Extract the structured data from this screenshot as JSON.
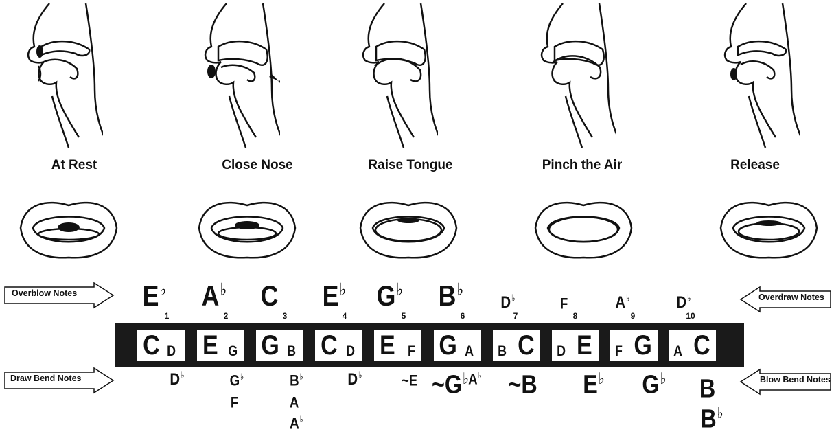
{
  "stages": [
    {
      "label": "At Rest"
    },
    {
      "label": "Close Nose"
    },
    {
      "label": "Raise Tongue"
    },
    {
      "label": "Pinch the Air"
    },
    {
      "label": "Release"
    }
  ],
  "side_labels": {
    "overblow": "Overblow Notes",
    "overdraw": "Overdraw Notes",
    "draw_bend": "Draw Bend Notes",
    "blow_bend": "Blow Bend Notes"
  },
  "holes": [
    {
      "number": "1",
      "blow": "C",
      "draw": "D"
    },
    {
      "number": "2",
      "blow": "E",
      "draw": "G"
    },
    {
      "number": "3",
      "blow": "G",
      "draw": "B"
    },
    {
      "number": "4",
      "blow": "C",
      "draw": "D"
    },
    {
      "number": "5",
      "blow": "E",
      "draw": "F"
    },
    {
      "number": "6",
      "blow": "G",
      "draw": "A"
    },
    {
      "number": "7",
      "blow": "C",
      "draw": "B"
    },
    {
      "number": "8",
      "blow": "E",
      "draw": "D"
    },
    {
      "number": "9",
      "blow": "G",
      "draw": "F"
    },
    {
      "number": "10",
      "blow": "C",
      "draw": "A"
    }
  ],
  "overblow_notes": [
    {
      "note": "E",
      "flat": "♭"
    },
    {
      "note": "A",
      "flat": "♭"
    },
    {
      "note": "C",
      "flat": ""
    },
    {
      "note": "E",
      "flat": "♭"
    },
    {
      "note": "G",
      "flat": "♭"
    },
    {
      "note": "B",
      "flat": "♭"
    }
  ],
  "overdraw_notes": [
    {
      "note": "D",
      "flat": "♭"
    },
    {
      "note": "F",
      "flat": ""
    },
    {
      "note": "A",
      "flat": "♭"
    },
    {
      "note": "D",
      "flat": "♭"
    }
  ],
  "draw_bends": {
    "h1": [
      {
        "note": "D",
        "flat": "♭"
      }
    ],
    "h2": [
      {
        "note": "G",
        "flat": "♭"
      },
      {
        "note": "F",
        "flat": ""
      }
    ],
    "h3": [
      {
        "note": "B",
        "flat": "♭"
      },
      {
        "note": "A",
        "flat": ""
      },
      {
        "note": "A",
        "flat": "♭"
      }
    ],
    "h4": [
      {
        "note": "D",
        "flat": "♭"
      }
    ],
    "h5": [
      {
        "note": "~E",
        "flat": ""
      }
    ],
    "h6": [
      {
        "note": "~G",
        "flat": "♭"
      },
      {
        "note": "A",
        "flat": "♭"
      }
    ]
  },
  "blow_bends": {
    "h7": [
      {
        "note": "~B",
        "flat": ""
      }
    ],
    "h8": [
      {
        "note": "E",
        "flat": "♭"
      }
    ],
    "h9": [
      {
        "note": "G",
        "flat": "♭"
      }
    ],
    "h10": [
      {
        "note": "B",
        "flat": ""
      },
      {
        "note": "B",
        "flat": "♭"
      }
    ]
  }
}
